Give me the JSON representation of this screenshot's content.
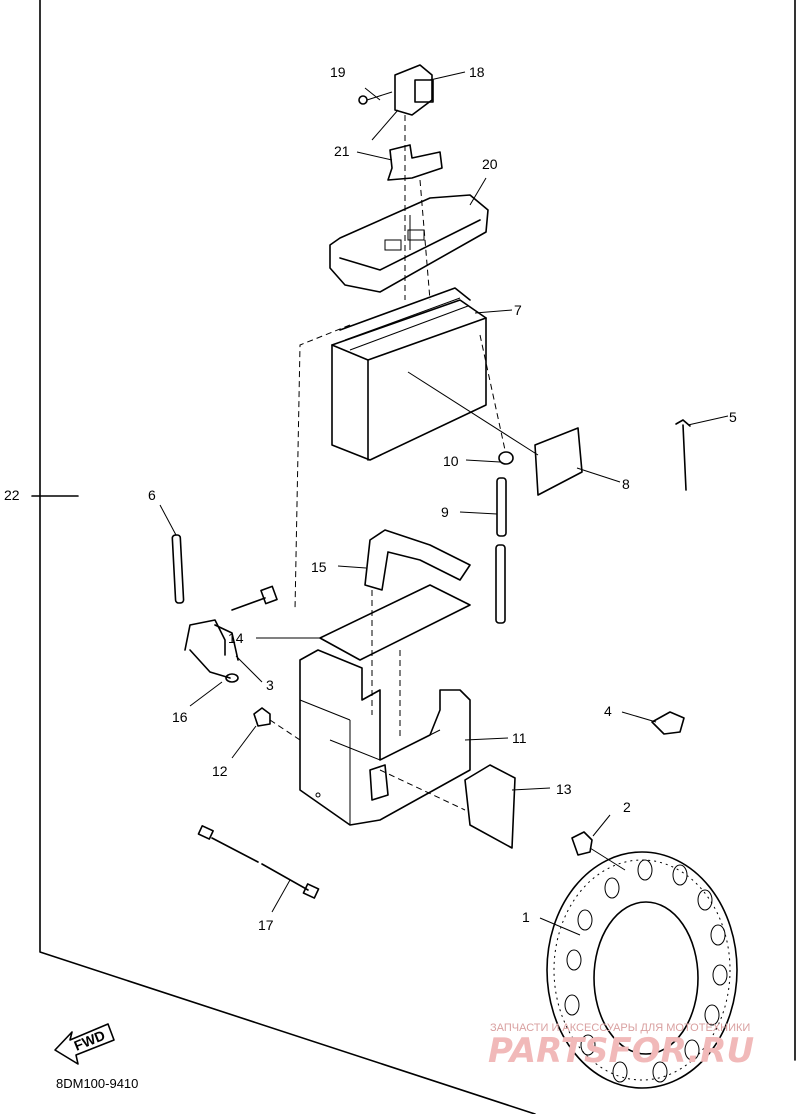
{
  "diagram": {
    "parts": [
      {
        "id": "p1",
        "label": "1"
      },
      {
        "id": "p2",
        "label": "2"
      },
      {
        "id": "p3",
        "label": "3"
      },
      {
        "id": "p4",
        "label": "4"
      },
      {
        "id": "p5",
        "label": "5"
      },
      {
        "id": "p6",
        "label": "6"
      },
      {
        "id": "p7",
        "label": "7"
      },
      {
        "id": "p8",
        "label": "8"
      },
      {
        "id": "p9",
        "label": "9"
      },
      {
        "id": "p10",
        "label": "10"
      },
      {
        "id": "p11",
        "label": "11"
      },
      {
        "id": "p12",
        "label": "12"
      },
      {
        "id": "p13",
        "label": "13"
      },
      {
        "id": "p14",
        "label": "14"
      },
      {
        "id": "p15",
        "label": "15"
      },
      {
        "id": "p16",
        "label": "16"
      },
      {
        "id": "p17",
        "label": "17"
      },
      {
        "id": "p18",
        "label": "18"
      },
      {
        "id": "p19",
        "label": "19"
      },
      {
        "id": "p20",
        "label": "20"
      },
      {
        "id": "p21",
        "label": "21"
      },
      {
        "id": "p22",
        "label": "22"
      }
    ],
    "fwd_label": "FWD",
    "drawing_code": "8DM100-9410"
  },
  "watermark": {
    "tagline": "ЗАПЧАСТИ И АКСЕССУАРЫ ДЛЯ МОТОТЕХНИКИ",
    "brand": "PARTSFOR.RU",
    "color": "#f1b9b9"
  }
}
